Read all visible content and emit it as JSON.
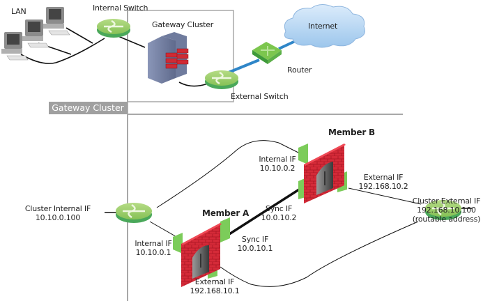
{
  "diagram": {
    "top_section": {
      "lan_label": "LAN",
      "internal_switch_label": "Internal Switch",
      "gateway_cluster_box_label": "Gateway Cluster",
      "external_switch_label": "External Switch",
      "router_label": "Router",
      "internet_label": "Internet"
    },
    "section_tab_label": "Gateway Cluster",
    "bottom_section": {
      "cluster_internal_if": {
        "title": "Cluster Internal IF",
        "ip": "10.10.0.100"
      },
      "cluster_external_if": {
        "title": "Cluster External IF",
        "ip": "192.168.10.100",
        "note": "(routable address)"
      },
      "member_a": {
        "name": "Member A",
        "internal_if": {
          "title": "Internal IF",
          "ip": "10.10.0.1"
        },
        "sync_if": {
          "title": "Sync IF",
          "ip": "10.0.10.1"
        },
        "external_if": {
          "title": "External IF",
          "ip": "192.168.10.1"
        }
      },
      "member_b": {
        "name": "Member B",
        "internal_if": {
          "title": "Internal IF",
          "ip": "10.10.0.2"
        },
        "sync_if": {
          "title": "Sync IF",
          "ip": "10.0.10.2"
        },
        "external_if": {
          "title": "External IF",
          "ip": "192.168.10.2"
        }
      }
    },
    "colors": {
      "switch_green": "#8cc85a",
      "firewall_red": "#d8283a",
      "cloud_blue": "#b8d8f4",
      "uplink_blue": "#2f86c8",
      "divider_gray": "#a8a8a8"
    }
  }
}
